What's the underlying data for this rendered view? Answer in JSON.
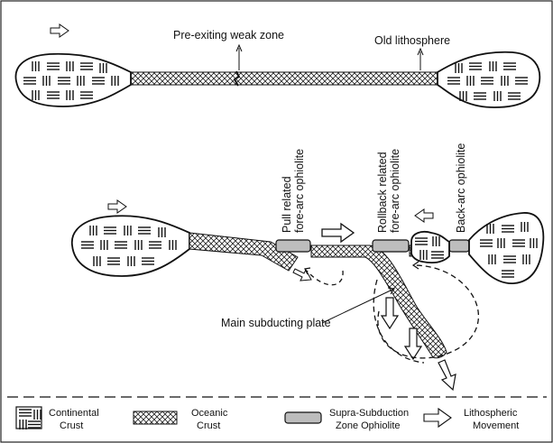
{
  "diagram": {
    "labels": {
      "weak_zone": "Pre-exiting weak zone",
      "old_lithosphere": "Old lithosphere",
      "pull_related_1": "Pull related",
      "pull_related_2": "fore-arc ophiolite",
      "rollback_1": "Rollback related",
      "rollback_2": "fore-arc ophiolite",
      "back_arc": "Back-arc ophiolite",
      "main_plate": "Main subducting plate"
    },
    "legend": {
      "continental_1": "Continental",
      "continental_2": "Crust",
      "oceanic_1": "Oceanic",
      "oceanic_2": "Crust",
      "ssz_1": "Supra-Subduction",
      "ssz_2": "Zone Ophiolite",
      "movement_1": "Lithospheric",
      "movement_2": "Movement"
    }
  }
}
